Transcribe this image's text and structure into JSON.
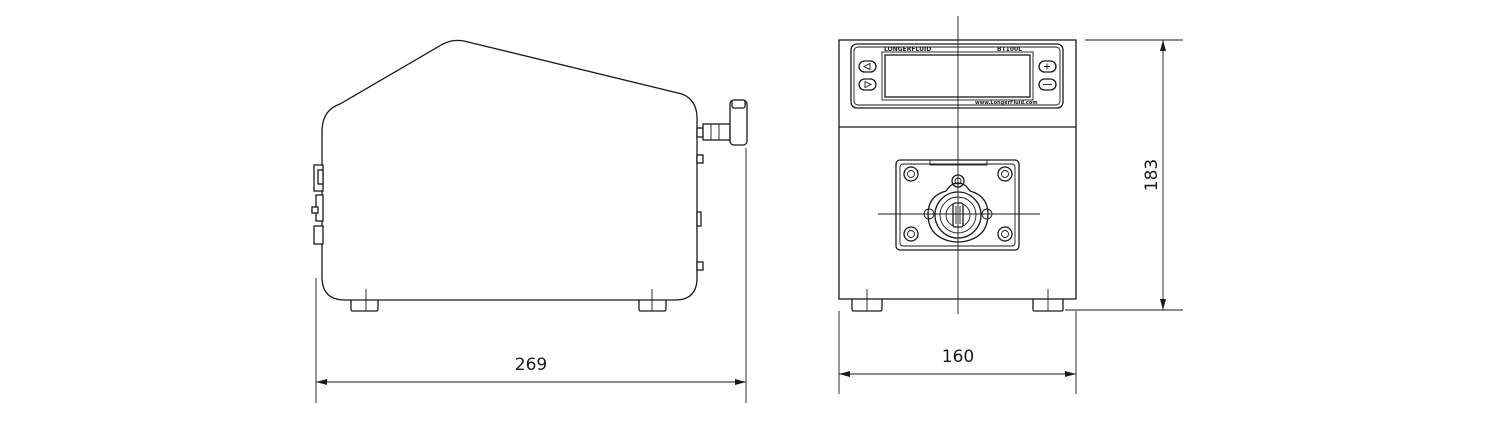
{
  "diagram": {
    "dimensions": {
      "side_length": "269",
      "front_width": "160",
      "front_height": "183"
    },
    "panel": {
      "brand": "LONGERFLUID",
      "model": "BT100L",
      "website": "www.LongerFluid.com"
    }
  }
}
